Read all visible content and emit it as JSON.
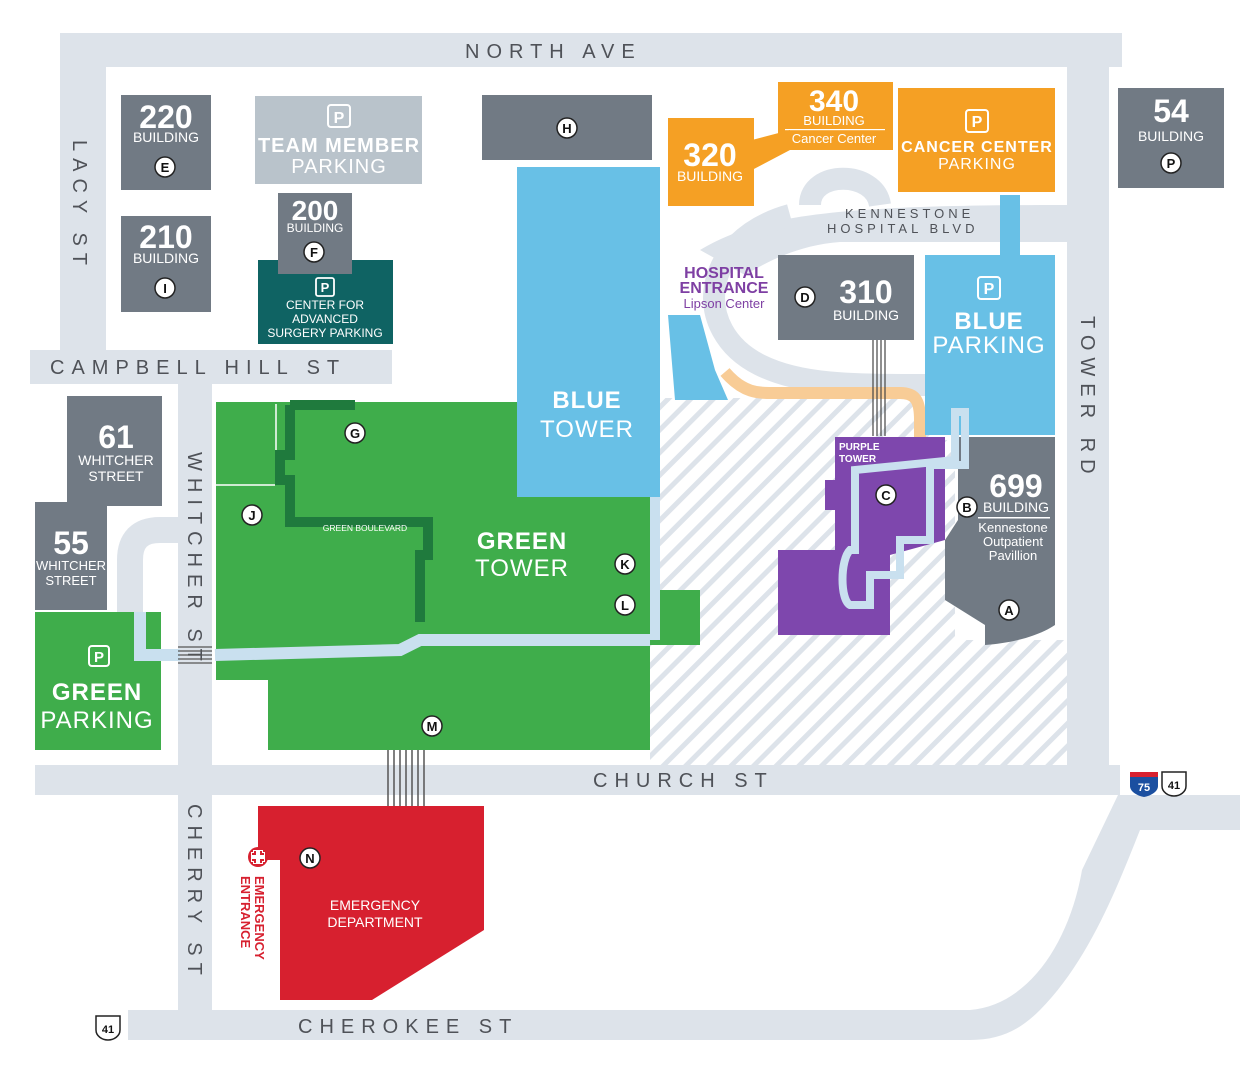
{
  "streets": {
    "north": "NORTH AVE",
    "lacy": "LACY ST",
    "campbell": "CAMPBELL HILL ST",
    "kennestone_1": "KENNESTONE",
    "kennestone_2": "HOSPITAL BLVD",
    "tower": "TOWER RD",
    "whitcher": "WHITCHER ST",
    "church": "CHURCH ST",
    "cherry": "CHERRY ST",
    "cherokee": "CHEROKEE ST"
  },
  "highway_shields": {
    "interstate": "75",
    "us_route": "41"
  },
  "parking_symbol": "P",
  "buildings": {
    "b220": {
      "number": "220",
      "label": "BUILDING"
    },
    "b210": {
      "number": "210",
      "label": "BUILDING"
    },
    "b200": {
      "number": "200",
      "label": "BUILDING"
    },
    "b320": {
      "number": "320",
      "label": "BUILDING"
    },
    "b340": {
      "number": "340",
      "label": "BUILDING",
      "sub": "Cancer Center"
    },
    "b54": {
      "number": "54",
      "label": "BUILDING"
    },
    "b310": {
      "number": "310",
      "label": "BUILDING"
    },
    "b61": {
      "number": "61",
      "line1": "WHITCHER",
      "line2": "STREET"
    },
    "b55": {
      "number": "55",
      "line1": "WHITCHER",
      "line2": "STREET"
    },
    "b699": {
      "number": "699",
      "label": "BUILDING",
      "line1": "Kennestone",
      "line2": "Outpatient",
      "line3": "Pavillion"
    }
  },
  "parking": {
    "team_member_1": "TEAM MEMBER",
    "team_member_2": "PARKING",
    "cancer_center_1": "CANCER CENTER",
    "cancer_center_2": "PARKING",
    "surgery_1": "CENTER FOR",
    "surgery_2": "ADVANCED",
    "surgery_3": "SURGERY PARKING",
    "blue_1": "BLUE",
    "blue_2": "PARKING",
    "green_1": "GREEN",
    "green_2": "PARKING"
  },
  "towers": {
    "blue_1": "BLUE",
    "blue_2": "TOWER",
    "green_1": "GREEN",
    "green_2": "TOWER",
    "purple_1": "PURPLE",
    "purple_2": "TOWER",
    "green_boulevard": "GREEN BOULEVARD"
  },
  "entrances": {
    "hospital_1": "HOSPITAL",
    "hospital_2": "ENTRANCE",
    "hospital_3": "Lipson Center",
    "emergency_1": "EMERGENCY",
    "emergency_2": "ENTRANCE"
  },
  "emergency_dept": {
    "line1": "EMERGENCY",
    "line2": "DEPARTMENT"
  },
  "markers": {
    "A": "A",
    "B": "B",
    "C": "C",
    "D": "D",
    "E": "E",
    "F": "F",
    "G": "G",
    "H": "H",
    "I": "I",
    "J": "J",
    "K": "K",
    "L": "L",
    "M": "M",
    "N": "N",
    "P": "P"
  },
  "colors": {
    "road": "#dde3ea",
    "gray_building": "#717a84",
    "light_gray": "#b9c3cb",
    "teal": "#0f6363",
    "orange": "#f5a024",
    "blue": "#68c0e6",
    "purple": "#7e47ad",
    "green": "#3fad4b",
    "dark_green": "#1f7a3d",
    "red": "#d7202f",
    "walkway": "#c9e0ef",
    "tan": "#f8cc96",
    "purple_text": "#7e3fa3"
  }
}
